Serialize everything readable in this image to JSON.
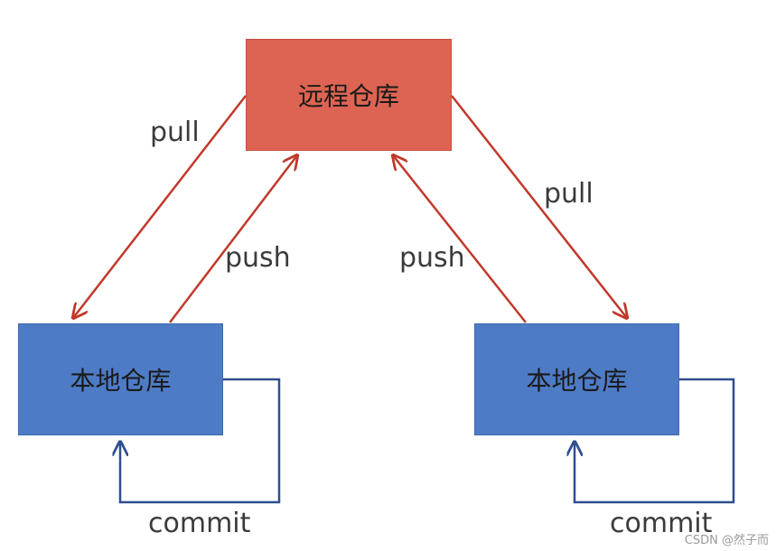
{
  "remote_repo": {
    "label": "远程仓库"
  },
  "local_repos": [
    {
      "label": "本地仓库"
    },
    {
      "label": "本地仓库"
    }
  ],
  "edges": {
    "pull_left": "pull",
    "push_left": "push",
    "push_right": "push",
    "pull_right": "pull",
    "commit_left": "commit",
    "commit_right": "commit"
  },
  "watermark": "CSDN @然子而",
  "colors": {
    "remote_fill": "#dd6452",
    "local_fill": "#4e7bc6",
    "remote_arrow": "#c0392b",
    "local_arrow": "#2f4f8f"
  }
}
